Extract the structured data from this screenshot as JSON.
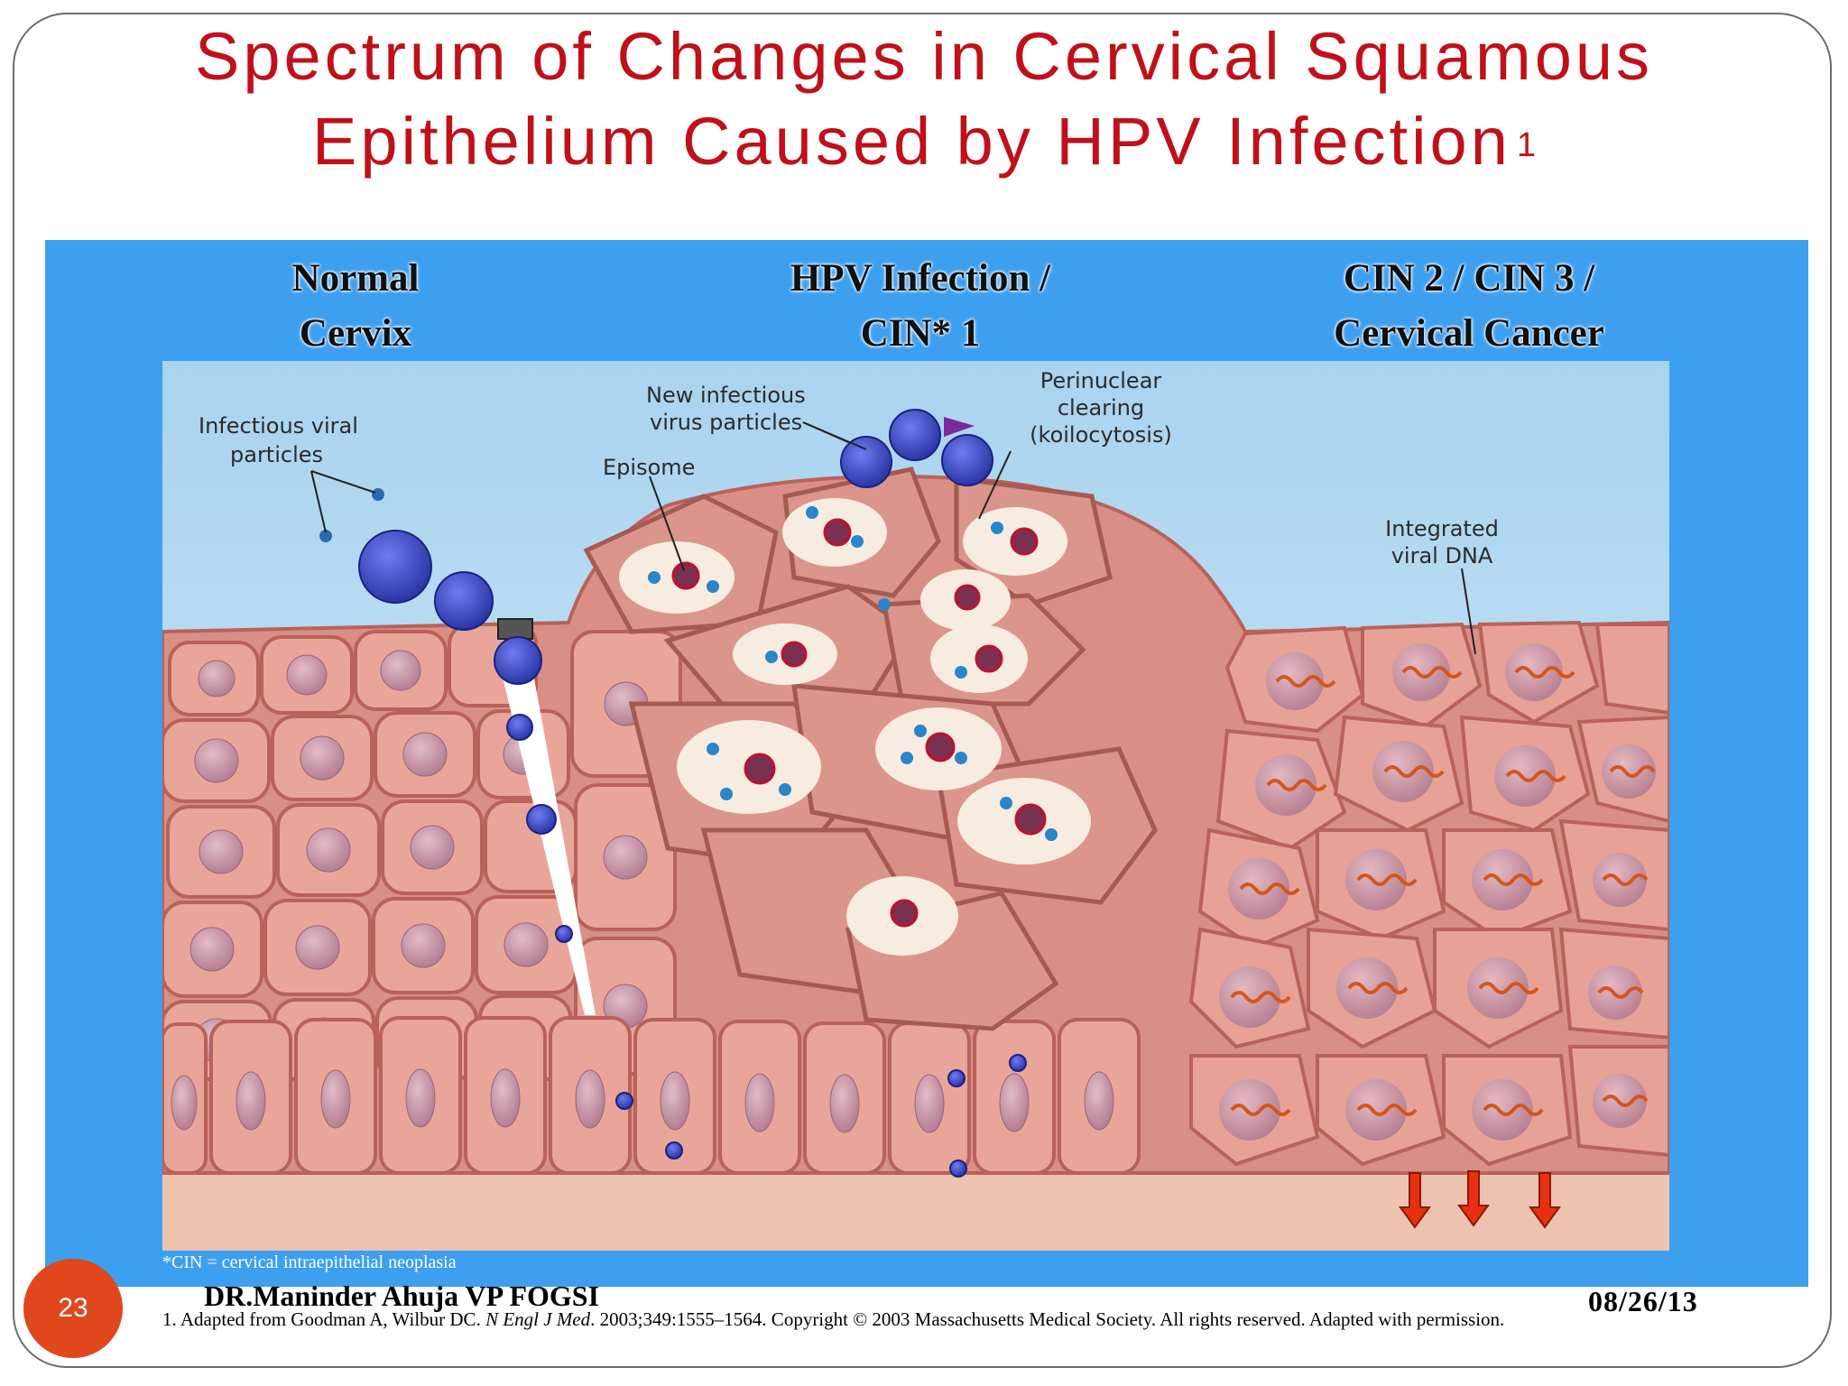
{
  "slide": {
    "title_line1": "Spectrum of Changes in Cervical Squamous",
    "title_line2": "Epithelium Caused by HPV Infection",
    "title_superscript": "1",
    "page_number": "23",
    "author": "DR.Maninder Ahuja VP FOGSI",
    "date": "08/26/13"
  },
  "columns": [
    {
      "line1": "Normal",
      "line2": "Cervix"
    },
    {
      "line1": "HPV Infection /",
      "line2": "CIN* 1"
    },
    {
      "line1": "CIN 2 / CIN 3 /",
      "line2": "Cervical Cancer"
    }
  ],
  "labels": {
    "infectious_1": "Infectious viral",
    "infectious_2": "particles",
    "new_infectious_1": "New infectious",
    "new_infectious_2": "virus particles",
    "episome": "Episome",
    "perinuclear_1": "Perinuclear",
    "perinuclear_2": "clearing",
    "perinuclear_3": "(koilocytosis)",
    "integrated_1": "Integrated",
    "integrated_2": "viral DNA"
  },
  "footnote": "*CIN = cervical intraepithelial neoplasia",
  "citation": {
    "before": "1. Adapted from Goodman A, Wilbur DC. ",
    "journal": "N Engl J Med",
    "after": ". 2003;349:1555–1564. Copyright © 2003 Massachusetts Medical Society. All rights reserved. Adapted with permission."
  },
  "colors": {
    "title": "#c0101a",
    "panel": "#3d9ff0",
    "cell": "#e9a39a",
    "cell_border": "#b8625a",
    "virus": "#3b48c8",
    "arrow": "#e83010",
    "page_badge": "#e0471c"
  },
  "icons": [
    "virus-particle-icon",
    "dna-helix-icon",
    "down-arrow-icon"
  ]
}
